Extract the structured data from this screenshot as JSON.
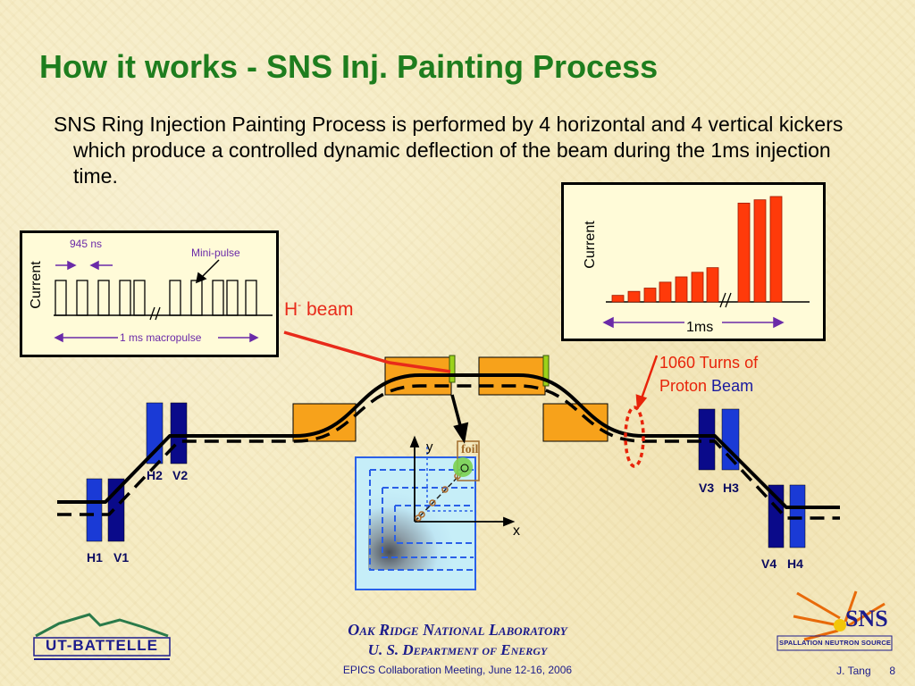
{
  "slide": {
    "title": "How it works - SNS Inj. Painting Process",
    "intro": "SNS Ring Injection Painting Process is performed by 4 horizontal and 4 vertical kickers which produce a controlled dynamic deflection of the beam during the 1ms injection time."
  },
  "left_inset": {
    "ylabel": "Current",
    "period_label": "945 ns",
    "minipulse_label": "Mini-pulse",
    "macropulse_label": "1 ms macropulse"
  },
  "right_inset": {
    "ylabel": "Current",
    "xlabel": "1ms",
    "bar_values": [
      1.0,
      1.6,
      2.1,
      3.0,
      3.8,
      4.5,
      5.2,
      15.0,
      15.5,
      16.0
    ],
    "max_value": 16.0,
    "bar_color": "#ff3a0a"
  },
  "labels": {
    "h_beam_prefix": "H",
    "h_beam_sup": "-",
    "h_beam_suffix": " beam",
    "turns_line1": "1060 Turns of",
    "turns_line2_a": "Proton ",
    "turns_line2_b": "Beam",
    "foil": "foil",
    "x_axis": "x",
    "y_axis": "y",
    "h1": "H1",
    "v1": "V1",
    "h2": "H2",
    "v2": "V2",
    "v3": "V3",
    "h3": "H3",
    "v4": "V4",
    "h4": "H4"
  },
  "colors": {
    "title": "#1e7d1e",
    "magnet": "#f7a21b",
    "kicker_dark": "#0a0a8a",
    "kicker_light": "#1a3ad6",
    "h_beam": "#e82a1a",
    "accent_red": "#e8240a",
    "footer": "#1c1c8c"
  },
  "footer": {
    "lab_name": "Oak Ridge National Laboratory",
    "department": "U. S. Department of Energy",
    "event": "EPICS Collaboration Meeting, June 12-16, 2006",
    "author": "J. Tang",
    "page_number": "8",
    "left_logo": "UT-BATTELLE",
    "right_logo_main": "SNS",
    "right_logo_sub": "SPALLATION NEUTRON SOURCE"
  }
}
